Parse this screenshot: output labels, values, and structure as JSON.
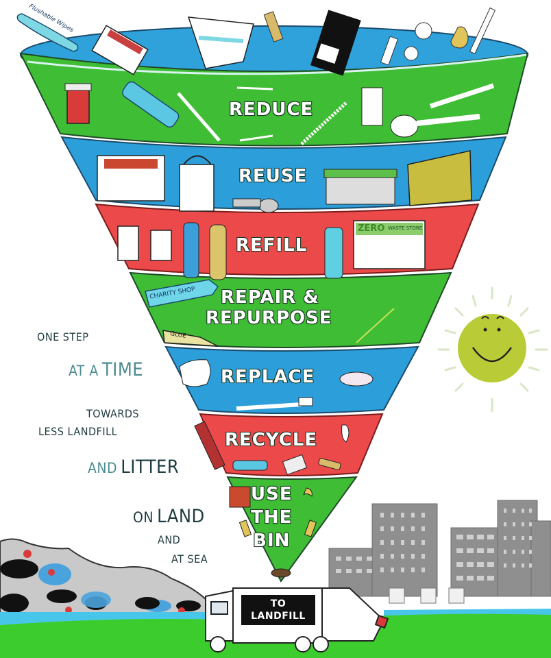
{
  "title": "Waste hierarchy funnel",
  "funnel": {
    "top_rim_color": "#2fa2dc",
    "bands": [
      {
        "id": "reduce",
        "label": "REDUCE",
        "color": "#3fbd34"
      },
      {
        "id": "reuse",
        "label": "REUSE",
        "color": "#2c9fdb"
      },
      {
        "id": "refill",
        "label": "REFILL",
        "color": "#ec4a4a"
      },
      {
        "id": "repair",
        "label_line1": "REPAIR &",
        "label_line2": "REPURPOSE",
        "color": "#3fbd34"
      },
      {
        "id": "replace",
        "label": "REPLACE",
        "color": "#2c9fdb"
      },
      {
        "id": "recycle",
        "label": "RECYCLE",
        "color": "#ec4a4a"
      },
      {
        "id": "use-the-bin",
        "label_line1": "USE",
        "label_line2": "THE",
        "label_line3": "BIN",
        "color": "#3fbd34"
      }
    ]
  },
  "items_text": {
    "flushable_wipes": "Flushable Wipes",
    "charity_shop": "CHARITY SHOP",
    "glue": "GLUE",
    "zero_waste_store_main": "ZERO",
    "zero_waste_store_sub": "WASTE STORE"
  },
  "side_text": {
    "line1": "ONE STEP",
    "line2_prefix": "AT A",
    "line2_main": "TIME",
    "line3": "TOWARDS",
    "line4": "LESS LANDFILL",
    "line5_prefix": "AND",
    "line5_main": "LITTER",
    "line6_prefix": "ON",
    "line6_main": "LAND",
    "line7": "AND",
    "line8": "AT SEA"
  },
  "truck": {
    "sign_line1": "TO",
    "sign_line2": "LANDFILL"
  },
  "colors": {
    "grass": "#3dcc2e",
    "water": "#48c6ea",
    "buildings": "#8f8f8f",
    "sun": "#b9cc37",
    "text_dark": "#1f3b40",
    "text_light": "#4c8c91"
  }
}
